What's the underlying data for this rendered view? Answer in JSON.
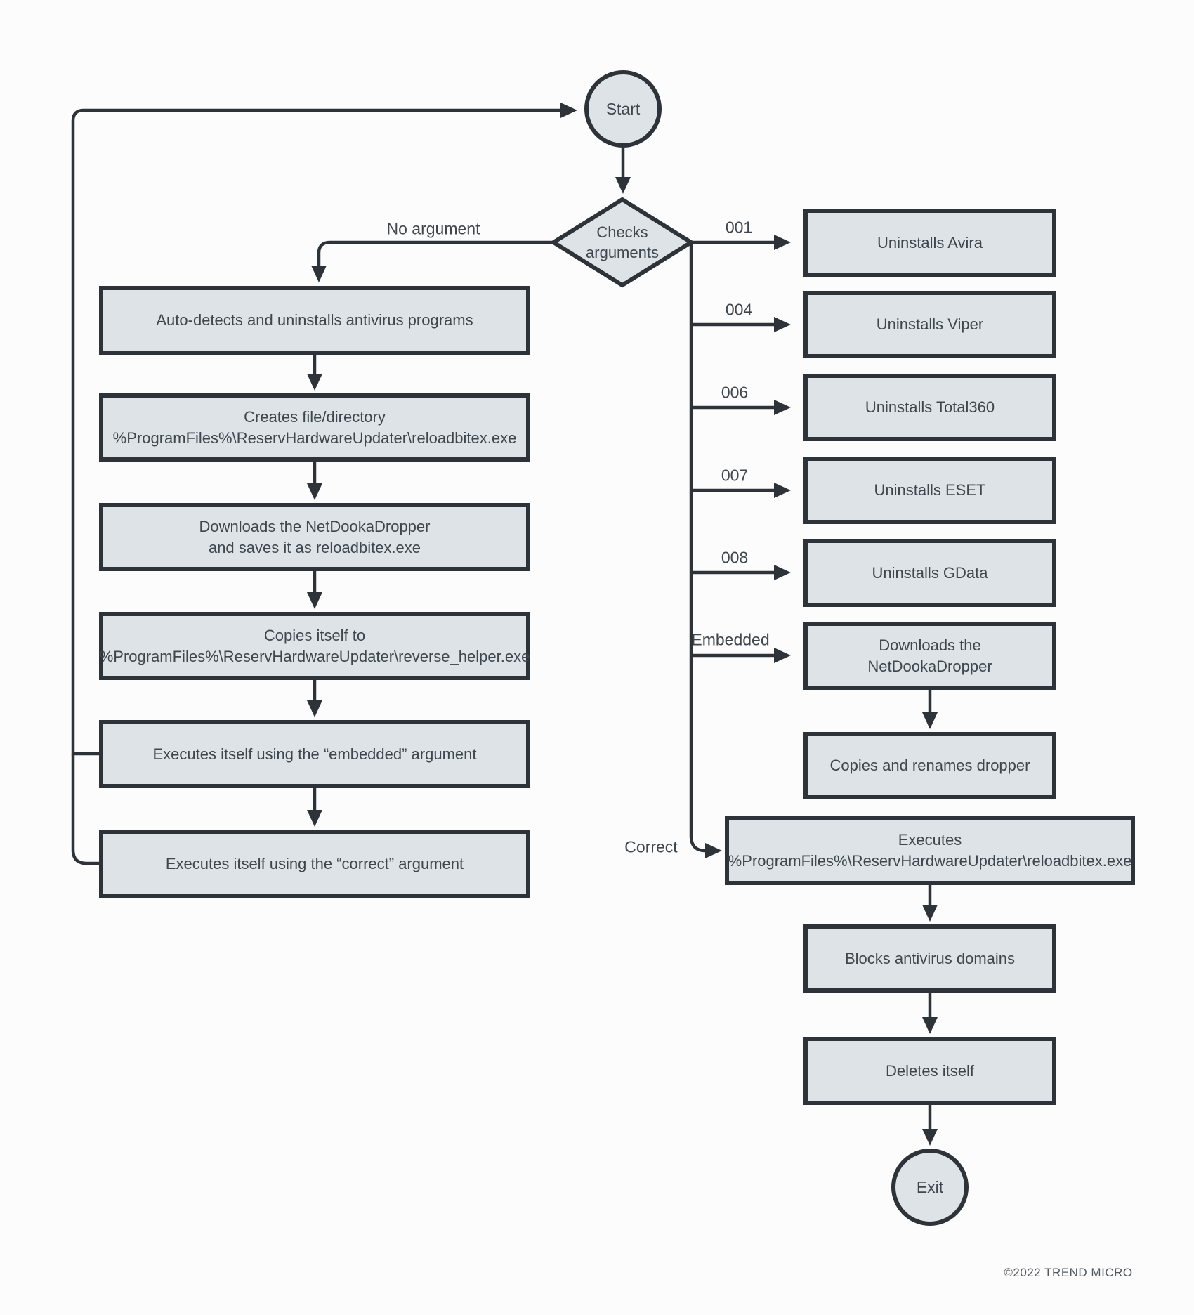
{
  "colors": {
    "stroke": "#2d3338",
    "node_fill": "#dde3e6",
    "text": "#3f464c",
    "background": "#fcfcfc",
    "copyright_text": "#54595e"
  },
  "nodes": {
    "start": "Start",
    "exit": "Exit",
    "decision": {
      "line1": "Checks",
      "line2": "arguments"
    },
    "left": [
      {
        "line1": "Auto-detects and uninstalls antivirus programs"
      },
      {
        "line1": "Creates file/directory",
        "line2": "%ProgramFiles%\\ReservHardwareUpdater\\reloadbitex.exe"
      },
      {
        "line1": "Downloads the NetDookaDropper",
        "line2": "and saves it as reloadbitex.exe"
      },
      {
        "line1": "Copies itself to",
        "line2": "%ProgramFiles%\\ReservHardwareUpdater\\reverse_helper.exe"
      },
      {
        "line1": "Executes itself using the “embedded” argument"
      },
      {
        "line1": "Executes itself using the “correct” argument"
      }
    ],
    "right": [
      {
        "line1": "Uninstalls Avira"
      },
      {
        "line1": "Uninstalls Viper"
      },
      {
        "line1": "Uninstalls Total360"
      },
      {
        "line1": "Uninstalls ESET"
      },
      {
        "line1": "Uninstalls GData"
      },
      {
        "line1": "Downloads the NetDookaDropper"
      },
      {
        "line1": "Copies and renames dropper"
      },
      {
        "line1": "Executes",
        "line2": "%ProgramFiles%\\ReservHardwareUpdater\\reloadbitex.exe"
      },
      {
        "line1": "Blocks antivirus domains"
      },
      {
        "line1": "Deletes itself"
      }
    ]
  },
  "edge_labels": {
    "no_argument": "No argument",
    "code_001": "001",
    "code_004": "004",
    "code_006": "006",
    "code_007": "007",
    "code_008": "008",
    "embedded": "Embedded",
    "correct": "Correct"
  },
  "footer": {
    "copyright": "©2022 TREND MICRO"
  }
}
